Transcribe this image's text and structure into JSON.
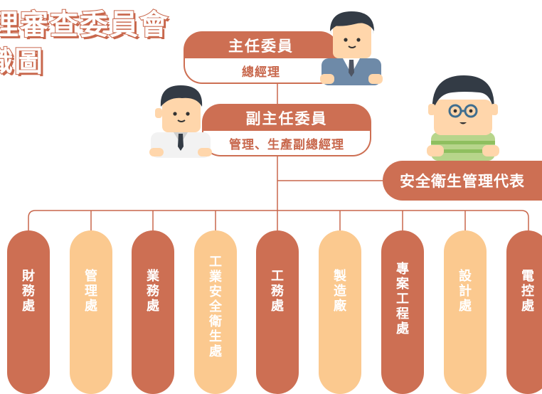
{
  "title": {
    "line1": "理審查委員會",
    "line2": "織圖"
  },
  "chief": {
    "title": "主任委員",
    "subtitle": "總經理"
  },
  "vice": {
    "title": "副主任委員",
    "subtitle": "管理、生產副總經理"
  },
  "safety_rep": {
    "label": "安全衛生管理代表"
  },
  "departments": [
    {
      "name": "財務處",
      "color": "#cd6f53"
    },
    {
      "name": "管理處",
      "color": "#fbc98f"
    },
    {
      "name": "業務處",
      "color": "#cd6f53"
    },
    {
      "name": "工業安全衛生處",
      "color": "#fbc98f"
    },
    {
      "name": "工務處",
      "color": "#cd6f53"
    },
    {
      "name": "製造廠",
      "color": "#fbc98f"
    },
    {
      "name": "專案工程處",
      "color": "#cd6f53"
    },
    {
      "name": "設計處",
      "color": "#fbc98f"
    },
    {
      "name": "電控處",
      "color": "#cd6f53"
    }
  ],
  "colors": {
    "accent": "#cd6f53",
    "light": "#fbc98f",
    "line": "#c8674c"
  }
}
